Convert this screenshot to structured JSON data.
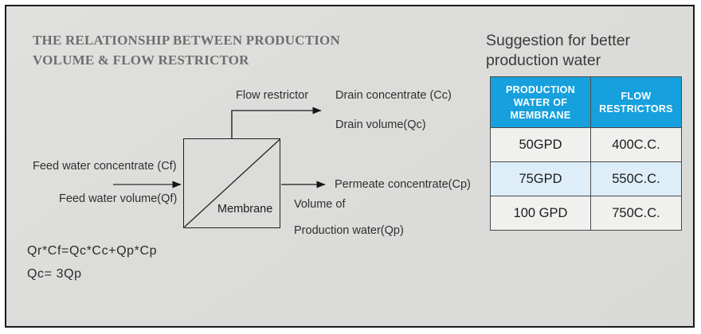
{
  "diagram": {
    "title_line1": "THE RELATIONSHIP BETWEEN PRODUCTION",
    "title_line2": "VOLUME & FLOW RESTRICTOR",
    "membrane_label": "Membrane",
    "flow_restrictor_label": "Flow restrictor",
    "drain_concentrate_label": "Drain concentrate (Cc)",
    "drain_volume_label": "Drain volume(Qc)",
    "feed_concentrate_label": "Feed water concentrate (Cf)",
    "feed_volume_label": "Feed water volume(Qf)",
    "permeate_concentrate_label": "Permeate concentrate(Cp)",
    "volume_of_label": "Volume of",
    "production_water_label": "Production water(Qp)",
    "formula_1": "Qr*Cf=Qc*Cc+Qp*Cp",
    "formula_2": "Qc= 3Qp"
  },
  "suggestion": {
    "heading_line1": "Suggestion for better",
    "heading_line2": "production water",
    "table": {
      "headers": [
        "PRODUCTION WATER OF MEMBRANE",
        "FLOW RESTRICTORS"
      ],
      "header_lines": [
        [
          "PRODUCTION",
          "WATER OF",
          "MEMBRANE"
        ],
        [
          "FLOW",
          "RESTRICTORS"
        ]
      ],
      "rows": [
        {
          "membrane": "50GPD",
          "restrictor": "400C.C."
        },
        {
          "membrane": "75GPD",
          "restrictor": "550C.C."
        },
        {
          "membrane": "100 GPD",
          "restrictor": "750C.C."
        }
      ]
    }
  },
  "colors": {
    "table_header_blue": "#16a0dd",
    "table_row_light_blue": "#ddeef8",
    "table_row_white": "#f0f0ee",
    "panel_background": "#dcdcda",
    "title_gray": "#6e6e6e",
    "border_black": "#1a1a1a"
  }
}
